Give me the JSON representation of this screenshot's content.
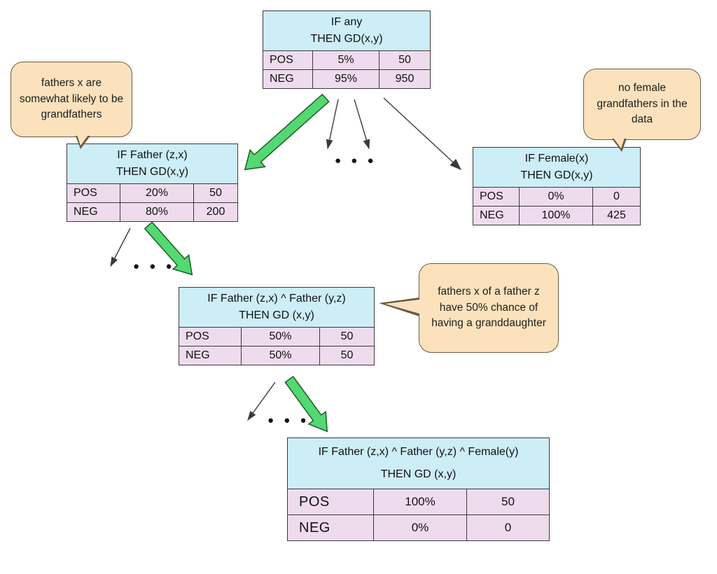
{
  "ellipsis": "● ● ●",
  "colors": {
    "header_bg": "#cdedf7",
    "row_bg": "#eedcee",
    "callout_bg": "#fbe2bd",
    "callout_border": "#6d5b3f",
    "green_arrow": "#53d874",
    "line": "#3a3a3a"
  },
  "nodes": {
    "root": {
      "if": "IF any",
      "then": "THEN GD(x,y)",
      "pos": {
        "label": "POS",
        "pct": "5%",
        "count": "50"
      },
      "neg": {
        "label": "NEG",
        "pct": "95%",
        "count": "950"
      }
    },
    "father": {
      "if": "IF Father (z,x)",
      "then": "THEN GD(x,y)",
      "pos": {
        "label": "POS",
        "pct": "20%",
        "count": "50"
      },
      "neg": {
        "label": "NEG",
        "pct": "80%",
        "count": "200"
      }
    },
    "female": {
      "if": "IF  Female(x)",
      "then": "THEN GD(x,y)",
      "pos": {
        "label": "POS",
        "pct": "0%",
        "count": "0"
      },
      "neg": {
        "label": "NEG",
        "pct": "100%",
        "count": "425"
      }
    },
    "father_father": {
      "if": "IF Father (z,x) ^ Father (y,z)",
      "then": "THEN GD (x,y)",
      "pos": {
        "label": "POS",
        "pct": "50%",
        "count": "50"
      },
      "neg": {
        "label": "NEG",
        "pct": "50%",
        "count": "50"
      }
    },
    "father_father_female": {
      "if": "IF Father (z,x) ^ Father (y,z) ^ Female(y)",
      "then": "THEN GD (x,y)",
      "pos": {
        "label": "POS",
        "pct": "100%",
        "count": "50"
      },
      "neg": {
        "label": "NEG",
        "pct": "0%",
        "count": "0"
      }
    }
  },
  "callouts": {
    "father": "fathers x are somewhat likely to be grandfathers",
    "female": "no female grandfathers in the data",
    "father_father": "fathers x of a father z have 50% chance of having a granddaughter"
  }
}
